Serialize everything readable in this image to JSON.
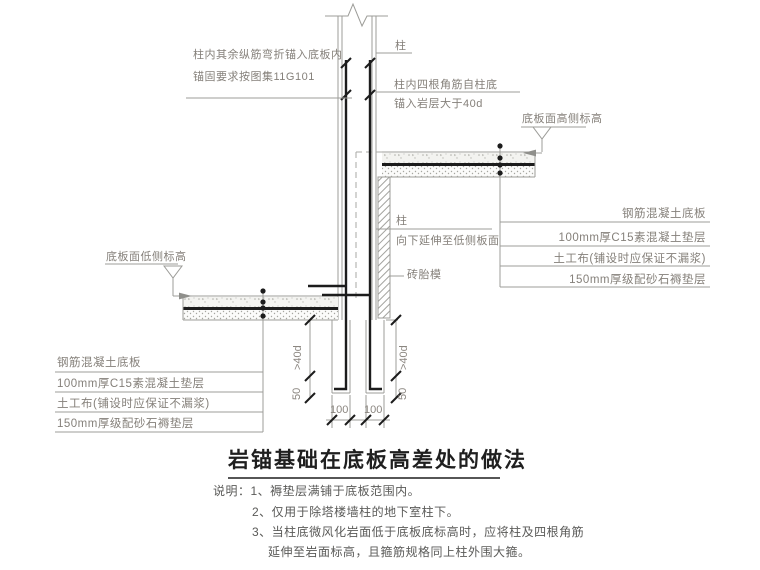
{
  "drawing": {
    "title": "岩锚基础在底板高差处的做法",
    "annotations": {
      "top_left_line1": "柱内其余纵筋弯折锚入底板内",
      "top_left_line2": "锚固要求按图集11G101",
      "column_top": "柱",
      "corner_bars_line1": "柱内四根角筋自柱底",
      "corner_bars_line2": "锚入岩层大于40d",
      "high_level": "底板面高侧标高",
      "low_level": "底板面低侧标高",
      "column_mid": "柱",
      "column_mid_sub": "向下延伸至低侧板面",
      "brick_mold": "砖胎模"
    },
    "left_layers": [
      "钢筋混凝土底板",
      "100mm厚C15素混凝土垫层",
      "土工布(铺设时应保证不漏浆)",
      "150mm厚级配砂石褥垫层"
    ],
    "right_layers": [
      "钢筋混凝土底板",
      "100mm厚C15素混凝土垫层",
      "土工布(铺设时应保证不漏浆)",
      "150mm厚级配砂石褥垫层"
    ],
    "dims": {
      "anchor": ">40d",
      "fifty": "50",
      "hundred": "100"
    },
    "notes": {
      "line1": "说明：1、褥垫层满铺于底板范围内。",
      "line2": "2、仅用于除塔楼墙柱的地下室柱下。",
      "line3": "3、当柱底微风化岩面低于底板底标高时，应将柱及四根角筋",
      "line4": "延伸至岩面标高，且箍筋规格同上柱外围大箍。"
    },
    "colors": {
      "line_gray": "#9c9c98",
      "text_gray": "#85807a",
      "rebar_black": "#1c1c1c"
    }
  }
}
